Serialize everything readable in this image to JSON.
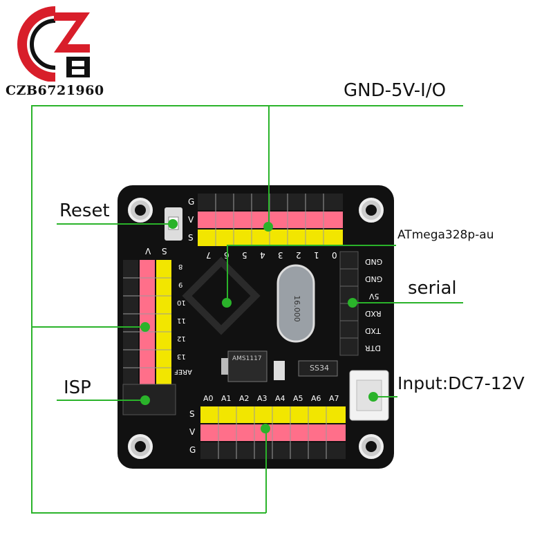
{
  "brand": {
    "text": "CZB6721960"
  },
  "callouts": {
    "gnd_5v_io": "GND-5V-I/O",
    "reset": "Reset",
    "atmega": "ATmega328p-au",
    "serial": "serial",
    "isp": "ISP",
    "input": "Input:DC7-12V"
  },
  "board": {
    "top_rows": [
      "G",
      "V",
      "S"
    ],
    "digital_pins": [
      "7",
      "6",
      "5",
      "4",
      "3",
      "2",
      "1",
      "0"
    ],
    "left_cols": [
      "V",
      "S"
    ],
    "left_pins": [
      "8",
      "9",
      "10",
      "11",
      "12",
      "13",
      "AREF"
    ],
    "serial_pins": [
      "GND",
      "GND",
      "5V",
      "RXD",
      "TXD",
      "DTR"
    ],
    "analog_pins": [
      "A0",
      "A1",
      "A2",
      "A3",
      "A4",
      "A5",
      "A6",
      "A7"
    ],
    "bottom_rows": [
      "S",
      "V",
      "G"
    ],
    "crystal": "16.000",
    "regulator": "AMS1117",
    "diode": "SS34"
  },
  "colors": {
    "callout_line": "#2ab32a",
    "header_yellow": "#f2e600",
    "header_pink": "#ff6f8a",
    "pcb": "#111111"
  }
}
